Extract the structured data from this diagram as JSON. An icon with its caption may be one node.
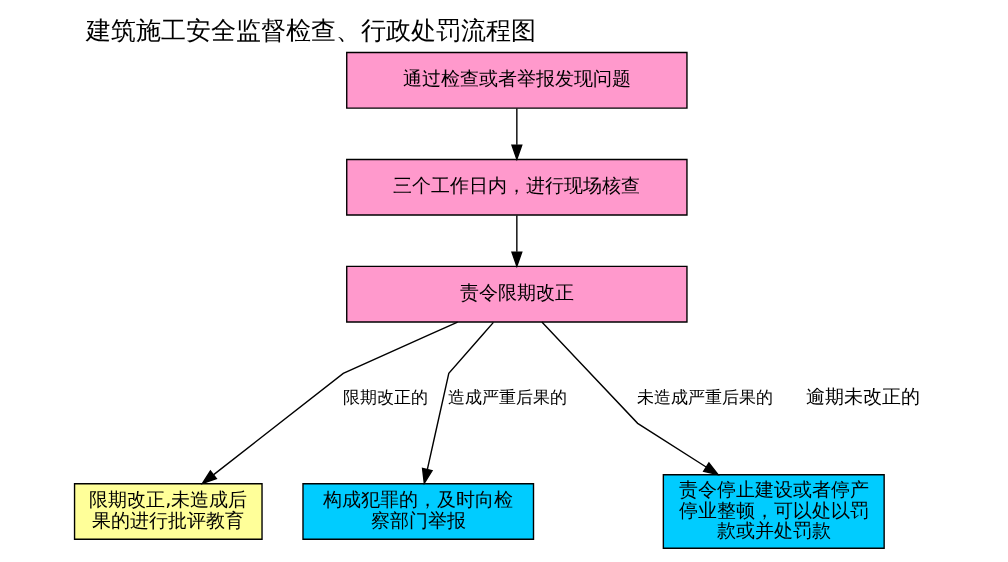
{
  "diagram": {
    "title": "建筑施工安全监督检查、行政处罚流程图",
    "nodes": [
      {
        "text": [
          "通过检查或者举报发现问题"
        ]
      },
      {
        "text": [
          "三个工作日内，进行现场核查"
        ]
      },
      {
        "text": [
          "责令限期改正"
        ]
      },
      {
        "text": [
          "限期改正,未造成后果的进行批评教育"
        ]
      },
      {
        "text": [
          "责令停止建设或者停产停业整顿，可以处以罚款或并处罚款"
        ]
      },
      {
        "text": [
          "构成犯罪的，及时向检察部门举报"
        ]
      }
    ],
    "edges": [
      {
        "from": 0,
        "to": 1,
        "arrow": "to"
      },
      {
        "from": 1,
        "to": 2,
        "arrow": "to"
      },
      {
        "from": 2,
        "to": 3,
        "arrow": "to",
        "label": "限期改正的"
      },
      {
        "from": 2,
        "to": 4,
        "arrow": "to",
        "label": "未造成严重后果的"
      },
      {
        "from": 2,
        "to": 5,
        "arrow": "to",
        "label": "造成严重后果的"
      }
    ],
    "labels": [
      "逾期未改正的"
    ]
  }
}
